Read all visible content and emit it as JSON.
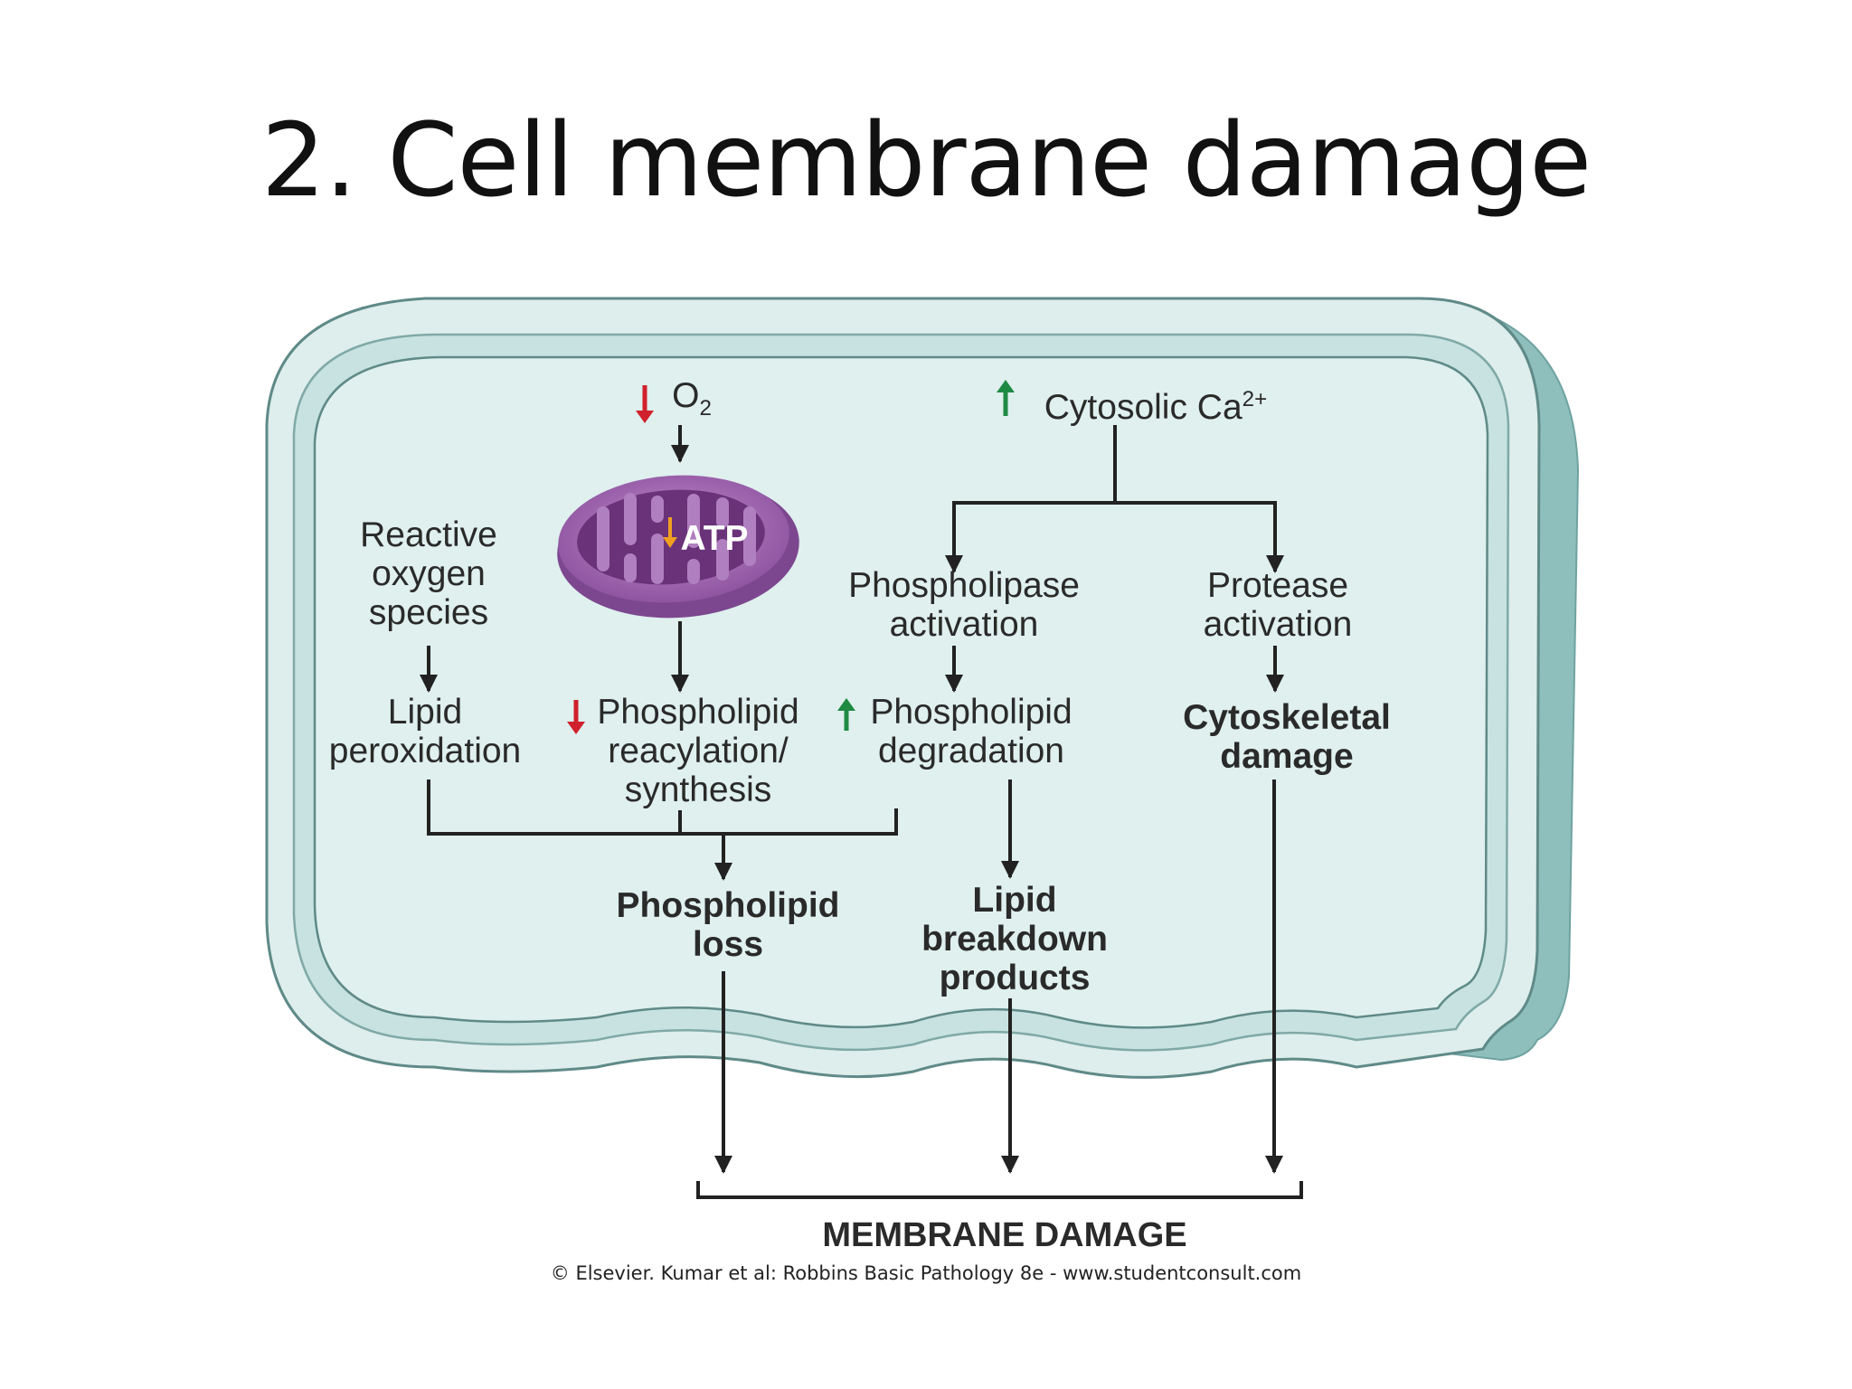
{
  "slide": {
    "title": "2. Cell membrane damage",
    "credit": "© Elsevier. Kumar et al: Robbins Basic Pathology 8e - www.studentconsult.com"
  },
  "diagram": {
    "o2": {
      "prefix": "O",
      "sub": "2"
    },
    "calcium": {
      "prefix": "Cytosolic Ca",
      "sup": "2+"
    },
    "atp": "ATP",
    "nodes": {
      "ros": [
        "Reactive",
        "oxygen",
        "species"
      ],
      "lipid_peroxidation": [
        "Lipid",
        "peroxidation"
      ],
      "reacylation": [
        "Phospholipid",
        "reacylation/",
        "synthesis"
      ],
      "phospholipase": [
        "Phospholipase",
        "activation"
      ],
      "protease": [
        "Protease",
        "activation"
      ],
      "degradation": [
        "Phospholipid",
        "degradation"
      ],
      "cytoskeletal": [
        "Cytoskeletal",
        "damage"
      ],
      "phospholipid_loss": [
        "Phospholipid",
        "loss"
      ],
      "lipid_breakdown": [
        "Lipid",
        "breakdown",
        "products"
      ]
    },
    "outcome": "MEMBRANE DAMAGE",
    "colors": {
      "cell_fill": "#deeeec",
      "cell_border": "#a9d1cf",
      "shadow": "#8ebfbd",
      "arrow": "#222222",
      "decrease": "#d0212c",
      "increase": "#1f8a43",
      "atp_decrease": "#f0a020",
      "mito_outer": "#9c64ac",
      "mito_inner": "#5e2e6e"
    }
  }
}
